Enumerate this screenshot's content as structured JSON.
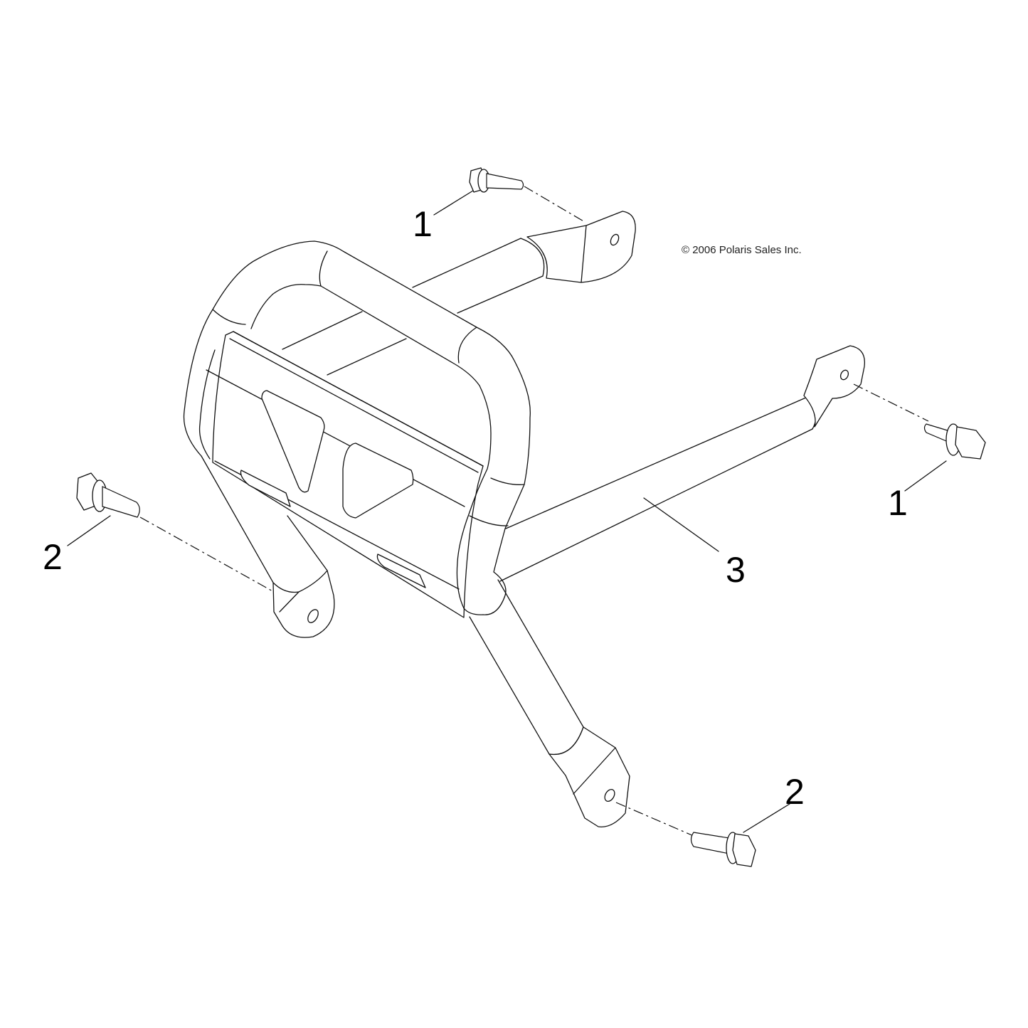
{
  "diagram": {
    "copyright": "© 2006 Polaris Sales Inc.",
    "callouts": [
      {
        "label": "1",
        "part": "bolt-top"
      },
      {
        "label": "1",
        "part": "bolt-right"
      },
      {
        "label": "2",
        "part": "bolt-left"
      },
      {
        "label": "2",
        "part": "bolt-bottom"
      },
      {
        "label": "3",
        "part": "bumper-guard"
      }
    ],
    "colors": {
      "line": "#111111",
      "background": "#ffffff"
    }
  }
}
